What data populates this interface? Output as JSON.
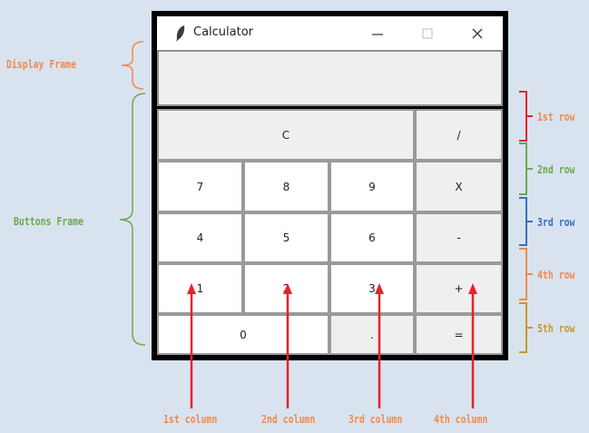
{
  "window": {
    "title": "Calculator",
    "icon": "feather-icon"
  },
  "display": {
    "value": ""
  },
  "buttons": {
    "row1": [
      "C",
      "/"
    ],
    "row2": [
      "7",
      "8",
      "9",
      "X"
    ],
    "row3": [
      "4",
      "5",
      "6",
      "-"
    ],
    "row4": [
      "1",
      "2",
      "3",
      "+"
    ],
    "row5": [
      "0",
      ".",
      "="
    ]
  },
  "annotations": {
    "display_frame": "Display Frame",
    "buttons_frame": "Buttons Frame",
    "rows": [
      "1st row",
      "2nd row",
      "3rd row",
      "4th row",
      "5th row"
    ],
    "columns": [
      "1st column",
      "2nd column",
      "3rd column",
      "4th column"
    ]
  },
  "colors": {
    "background": "#d9e3f0",
    "display_annotation": "#f08a4b",
    "buttons_annotation": "#6aaa4a",
    "row1": "#e8222a",
    "row2": "#6aaa4a",
    "row3": "#3a6fc4",
    "row4": "#f08a4b",
    "row5": "#c9962a",
    "column_arrows": "#e8222a",
    "column_labels": "#f08a4b"
  }
}
